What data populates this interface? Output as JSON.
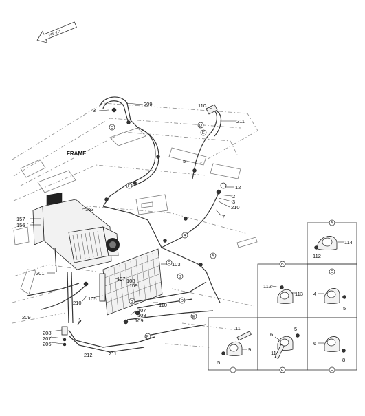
{
  "arrow": {
    "text": "FRONT"
  },
  "frame": {
    "text": "FRAME"
  },
  "callouts": [
    "3",
    "209",
    "110",
    "211",
    "5",
    "12",
    "2",
    "3",
    "210",
    "7",
    "153",
    "157",
    "156",
    "201",
    "103",
    "107",
    "108",
    "109",
    "105",
    "210",
    "110",
    "107",
    "108",
    "109",
    "209",
    "1",
    "208",
    "207",
    "206",
    "212",
    "211"
  ],
  "letters": [
    "A",
    "A",
    "B",
    "B",
    "C",
    "D",
    "E",
    "F",
    "C",
    "D",
    "E",
    "F"
  ],
  "details": {
    "A": {
      "letter": "A",
      "labels": [
        "114",
        "112"
      ]
    },
    "B": {
      "letter": "B",
      "labels": [
        "112",
        "113"
      ]
    },
    "C": {
      "letter": "C",
      "labels": [
        "4",
        "5"
      ]
    },
    "D": {
      "letter": "D",
      "labels": [
        "11",
        "9",
        "5"
      ]
    },
    "E": {
      "letter": "E",
      "labels": [
        "5",
        "6",
        "11"
      ]
    },
    "F": {
      "letter": "F",
      "labels": [
        "6",
        "8"
      ]
    }
  }
}
